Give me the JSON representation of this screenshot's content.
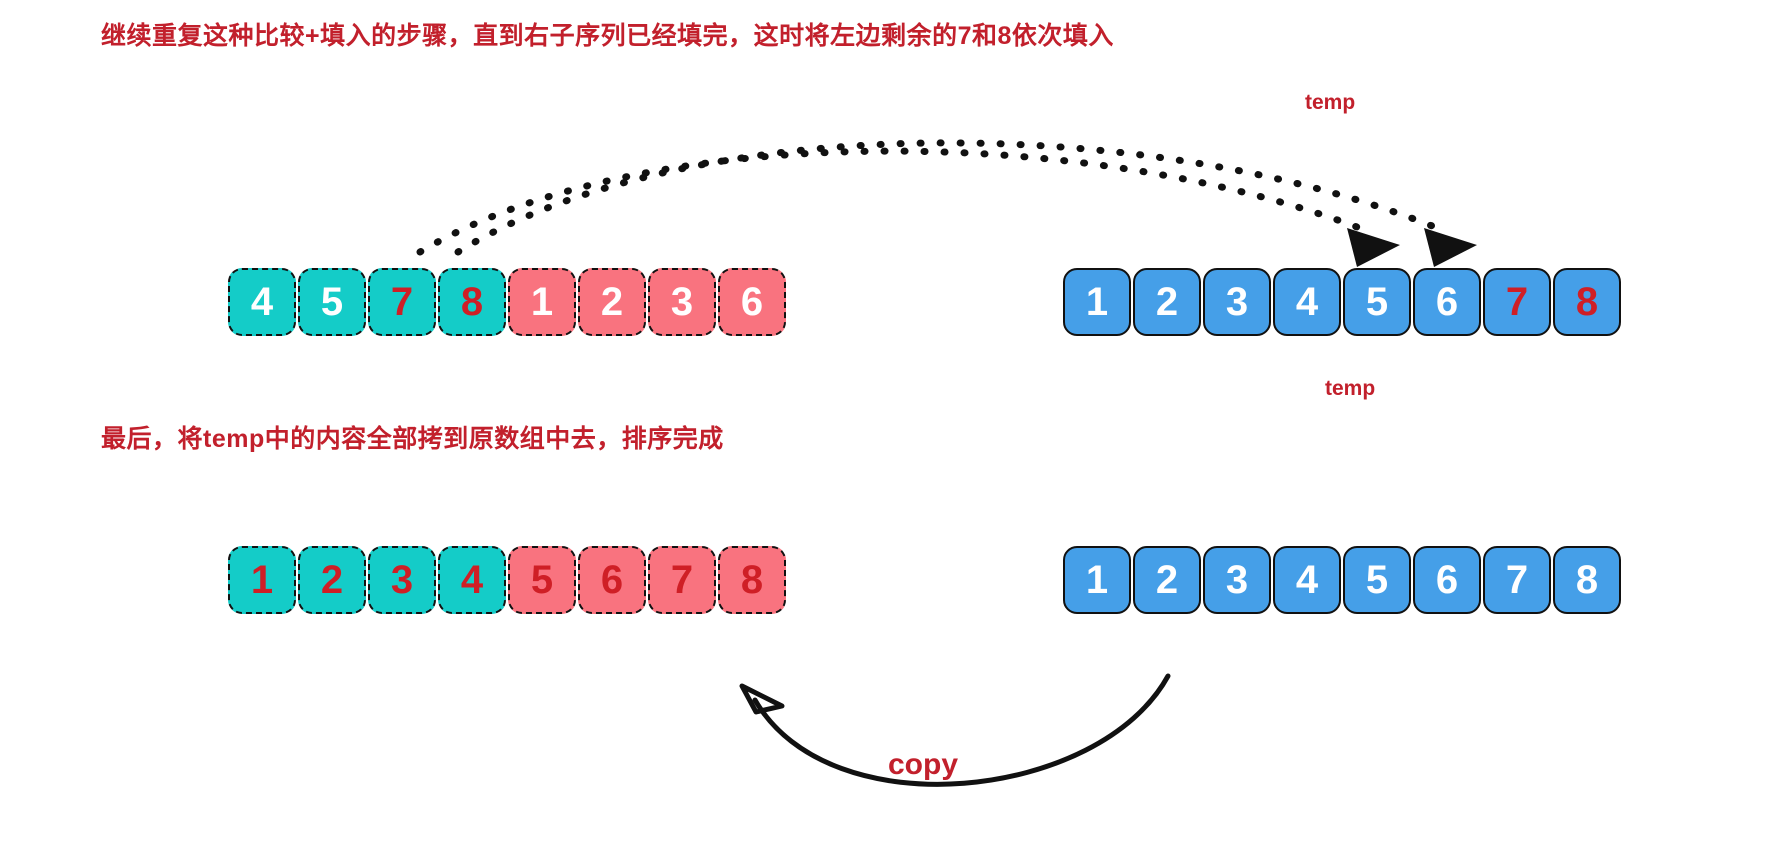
{
  "captions": {
    "top": "继续重复这种比较+填入的步骤，直到右子序列已经填完，这时将左边剩余的7和8依次填入",
    "bottom": "最后，将temp中的内容全部拷到原数组中去，排序完成"
  },
  "labels": {
    "temp_top": "temp",
    "temp_bottom": "temp",
    "copy": "copy"
  },
  "colors": {
    "teal": "#14ccc8",
    "pink": "#f9737f",
    "blue": "#459fe8",
    "red_text": "#cf1f26",
    "white_text": "#ffffff",
    "caption_red": "#c2202c",
    "arrow_black": "#111111"
  },
  "arrays": {
    "left_top": {
      "name": "source-array-step-final",
      "cells": [
        {
          "value": "4",
          "fill": "teal",
          "text": "white"
        },
        {
          "value": "5",
          "fill": "teal",
          "text": "white"
        },
        {
          "value": "7",
          "fill": "teal",
          "text": "red"
        },
        {
          "value": "8",
          "fill": "teal",
          "text": "red"
        },
        {
          "value": "1",
          "fill": "pink",
          "text": "white"
        },
        {
          "value": "2",
          "fill": "pink",
          "text": "white"
        },
        {
          "value": "3",
          "fill": "pink",
          "text": "white"
        },
        {
          "value": "6",
          "fill": "pink",
          "text": "white"
        }
      ]
    },
    "right_top": {
      "name": "temp-array-filling",
      "cells": [
        {
          "value": "1",
          "fill": "blue",
          "text": "white"
        },
        {
          "value": "2",
          "fill": "blue",
          "text": "white"
        },
        {
          "value": "3",
          "fill": "blue",
          "text": "white"
        },
        {
          "value": "4",
          "fill": "blue",
          "text": "white"
        },
        {
          "value": "5",
          "fill": "blue",
          "text": "white"
        },
        {
          "value": "6",
          "fill": "blue",
          "text": "white"
        },
        {
          "value": "7",
          "fill": "blue",
          "text": "red"
        },
        {
          "value": "8",
          "fill": "blue",
          "text": "red"
        }
      ]
    },
    "left_bottom": {
      "name": "source-array-sorted",
      "cells": [
        {
          "value": "1",
          "fill": "teal",
          "text": "red"
        },
        {
          "value": "2",
          "fill": "teal",
          "text": "red"
        },
        {
          "value": "3",
          "fill": "teal",
          "text": "red"
        },
        {
          "value": "4",
          "fill": "teal",
          "text": "red"
        },
        {
          "value": "5",
          "fill": "pink",
          "text": "red"
        },
        {
          "value": "6",
          "fill": "pink",
          "text": "red"
        },
        {
          "value": "7",
          "fill": "pink",
          "text": "red"
        },
        {
          "value": "8",
          "fill": "pink",
          "text": "red"
        }
      ]
    },
    "right_bottom": {
      "name": "temp-array-complete",
      "cells": [
        {
          "value": "1",
          "fill": "blue",
          "text": "white"
        },
        {
          "value": "2",
          "fill": "blue",
          "text": "white"
        },
        {
          "value": "3",
          "fill": "blue",
          "text": "white"
        },
        {
          "value": "4",
          "fill": "blue",
          "text": "white"
        },
        {
          "value": "5",
          "fill": "blue",
          "text": "white"
        },
        {
          "value": "6",
          "fill": "blue",
          "text": "white"
        },
        {
          "value": "7",
          "fill": "blue",
          "text": "white"
        },
        {
          "value": "8",
          "fill": "blue",
          "text": "white"
        }
      ]
    }
  },
  "connectors": {
    "dotted_arc_7": {
      "from_value": "7",
      "to_value": "7",
      "style": "dotted"
    },
    "dotted_arc_8": {
      "from_value": "8",
      "to_value": "8",
      "style": "dotted"
    },
    "copy_arrow": {
      "direction": "right-to-left",
      "style": "solid-curve"
    }
  }
}
